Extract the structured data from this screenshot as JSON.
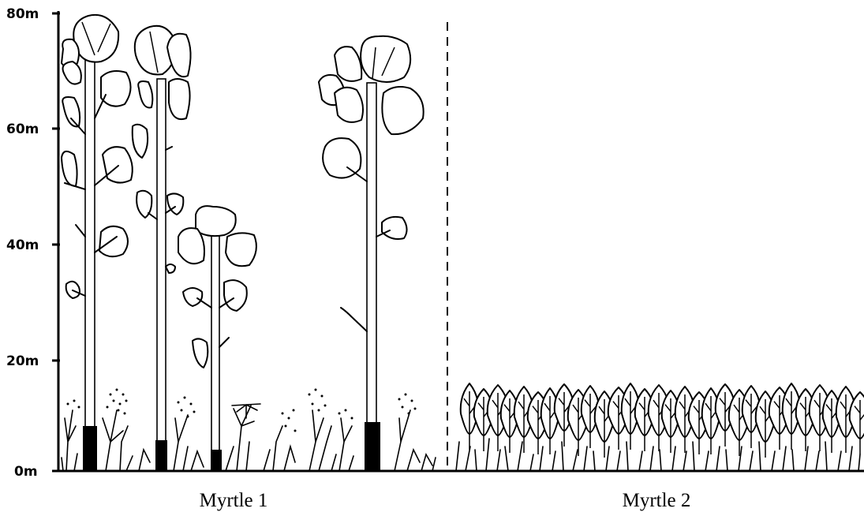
{
  "axis": {
    "unit": "m",
    "ticks": [
      {
        "value": 0,
        "label": "0m"
      },
      {
        "value": 20,
        "label": "20m"
      },
      {
        "value": 40,
        "label": "40m"
      },
      {
        "value": 60,
        "label": "60m"
      },
      {
        "value": 80,
        "label": "80m"
      }
    ]
  },
  "zones": [
    {
      "label": "Myrtle 1"
    },
    {
      "label": "Myrtle 2"
    }
  ],
  "tall_trees_heights_m": [
    72,
    70,
    42,
    66
  ]
}
